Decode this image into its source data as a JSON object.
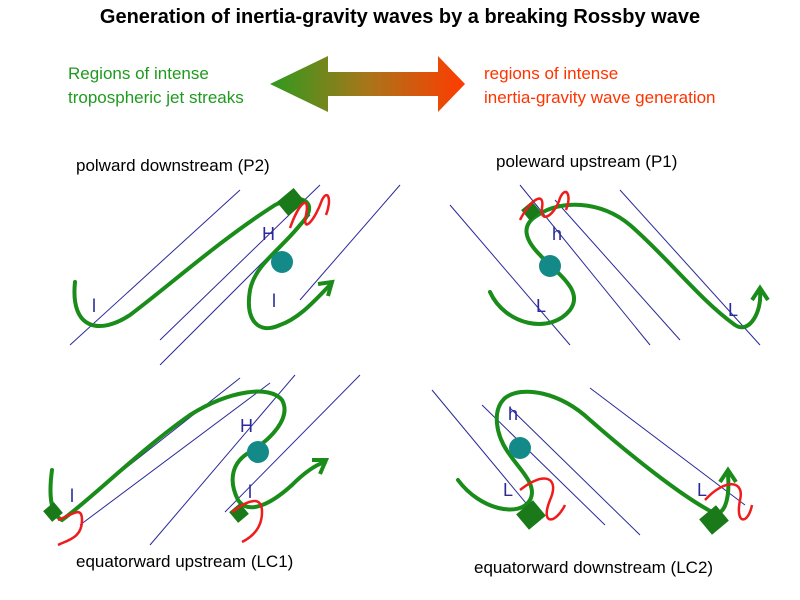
{
  "title": "Generation of inertia-gravity waves by a breaking Rossby wave",
  "legend": {
    "left_line1": "Regions of intense",
    "left_line2": "tropospheric jet streaks",
    "right_line1": "regions of intense",
    "right_line2": "inertia-gravity wave generation",
    "green_color": "#1f9a1f",
    "red_color": "#ff3300",
    "arrow": "double-headed-gradient-arrow"
  },
  "panels": {
    "p2": {
      "label": "polward downstream (P2)",
      "high": "H",
      "low1": "l",
      "low2": "l"
    },
    "p1": {
      "label": "poleward upstream (P1)",
      "high": "h",
      "low1": "L",
      "low2": "L"
    },
    "lc1": {
      "label": "equatorward upstream (LC1)",
      "high": "H",
      "low1": "l",
      "low2": "l"
    },
    "lc2": {
      "label": "equatorward downstream (LC2)",
      "high": "h",
      "low1": "L",
      "low2": "L"
    }
  },
  "colors": {
    "jet": "#1a8c1a",
    "wave": "#ee1c1c",
    "marker": "#138a87",
    "lines": "#2a2a9a"
  }
}
